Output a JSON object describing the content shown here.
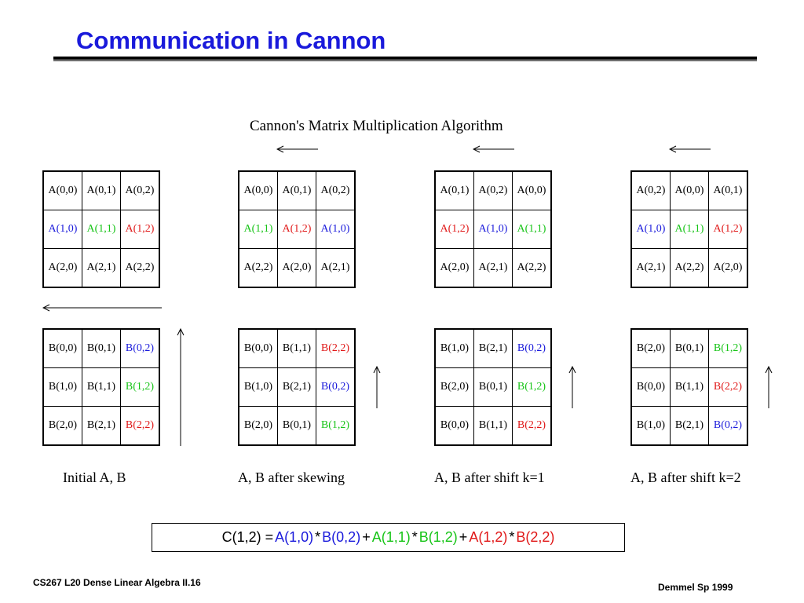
{
  "colors": {
    "title": "#1a1adb",
    "blue": "#1a1adb",
    "green": "#17c417",
    "red": "#e01818",
    "black": "#000000"
  },
  "slide": {
    "title": "Communication in Cannon"
  },
  "figure": {
    "title": "Cannon's Matrix Multiplication Algorithm",
    "panels": [
      {
        "caption": "Initial  A, B",
        "A": [
          [
            {
              "t": "A(0,0)",
              "c": "black"
            },
            {
              "t": "A(0,1)",
              "c": "black"
            },
            {
              "t": "A(0,2)",
              "c": "black"
            }
          ],
          [
            {
              "t": "A(1,0)",
              "c": "blue"
            },
            {
              "t": "A(1,1)",
              "c": "green"
            },
            {
              "t": "A(1,2)",
              "c": "red"
            }
          ],
          [
            {
              "t": "A(2,0)",
              "c": "black"
            },
            {
              "t": "A(2,1)",
              "c": "black"
            },
            {
              "t": "A(2,2)",
              "c": "black"
            }
          ]
        ],
        "B": [
          [
            {
              "t": "B(0,0)",
              "c": "black"
            },
            {
              "t": "B(0,1)",
              "c": "black"
            },
            {
              "t": "B(0,2)",
              "c": "blue"
            }
          ],
          [
            {
              "t": "B(1,0)",
              "c": "black"
            },
            {
              "t": "B(1,1)",
              "c": "black"
            },
            {
              "t": "B(1,2)",
              "c": "green"
            }
          ],
          [
            {
              "t": "B(2,0)",
              "c": "black"
            },
            {
              "t": "B(2,1)",
              "c": "black"
            },
            {
              "t": "B(2,2)",
              "c": "red"
            }
          ]
        ]
      },
      {
        "caption": "A, B after skewing",
        "A": [
          [
            {
              "t": "A(0,0)",
              "c": "black"
            },
            {
              "t": "A(0,1)",
              "c": "black"
            },
            {
              "t": "A(0,2)",
              "c": "black"
            }
          ],
          [
            {
              "t": "A(1,1)",
              "c": "green"
            },
            {
              "t": "A(1,2)",
              "c": "red"
            },
            {
              "t": "A(1,0)",
              "c": "blue"
            }
          ],
          [
            {
              "t": "A(2,2)",
              "c": "black"
            },
            {
              "t": "A(2,0)",
              "c": "black"
            },
            {
              "t": "A(2,1)",
              "c": "black"
            }
          ]
        ],
        "B": [
          [
            {
              "t": "B(0,0)",
              "c": "black"
            },
            {
              "t": "B(1,1)",
              "c": "black"
            },
            {
              "t": "B(2,2)",
              "c": "red"
            }
          ],
          [
            {
              "t": "B(1,0)",
              "c": "black"
            },
            {
              "t": "B(2,1)",
              "c": "black"
            },
            {
              "t": "B(0,2)",
              "c": "blue"
            }
          ],
          [
            {
              "t": "B(2,0)",
              "c": "black"
            },
            {
              "t": "B(0,1)",
              "c": "black"
            },
            {
              "t": "B(1,2)",
              "c": "green"
            }
          ]
        ]
      },
      {
        "caption": "A, B after shift k=1",
        "A": [
          [
            {
              "t": "A(0,1)",
              "c": "black"
            },
            {
              "t": "A(0,2)",
              "c": "black"
            },
            {
              "t": "A(0,0)",
              "c": "black"
            }
          ],
          [
            {
              "t": "A(1,2)",
              "c": "red"
            },
            {
              "t": "A(1,0)",
              "c": "blue"
            },
            {
              "t": "A(1,1)",
              "c": "green"
            }
          ],
          [
            {
              "t": "A(2,0)",
              "c": "black"
            },
            {
              "t": "A(2,1)",
              "c": "black"
            },
            {
              "t": "A(2,2)",
              "c": "black"
            }
          ]
        ],
        "B": [
          [
            {
              "t": "B(1,0)",
              "c": "black"
            },
            {
              "t": "B(2,1)",
              "c": "black"
            },
            {
              "t": "B(0,2)",
              "c": "blue"
            }
          ],
          [
            {
              "t": "B(2,0)",
              "c": "black"
            },
            {
              "t": "B(0,1)",
              "c": "black"
            },
            {
              "t": "B(1,2)",
              "c": "green"
            }
          ],
          [
            {
              "t": "B(0,0)",
              "c": "black"
            },
            {
              "t": "B(1,1)",
              "c": "black"
            },
            {
              "t": "B(2,2)",
              "c": "red"
            }
          ]
        ]
      },
      {
        "caption": "A, B after shift k=2",
        "A": [
          [
            {
              "t": "A(0,2)",
              "c": "black"
            },
            {
              "t": "A(0,0)",
              "c": "black"
            },
            {
              "t": "A(0,1)",
              "c": "black"
            }
          ],
          [
            {
              "t": "A(1,0)",
              "c": "blue"
            },
            {
              "t": "A(1,1)",
              "c": "green"
            },
            {
              "t": "A(1,2)",
              "c": "red"
            }
          ],
          [
            {
              "t": "A(2,1)",
              "c": "black"
            },
            {
              "t": "A(2,2)",
              "c": "black"
            },
            {
              "t": "A(2,0)",
              "c": "black"
            }
          ]
        ],
        "B": [
          [
            {
              "t": "B(2,0)",
              "c": "black"
            },
            {
              "t": "B(0,1)",
              "c": "black"
            },
            {
              "t": "B(1,2)",
              "c": "green"
            }
          ],
          [
            {
              "t": "B(0,0)",
              "c": "black"
            },
            {
              "t": "B(1,1)",
              "c": "black"
            },
            {
              "t": "B(2,2)",
              "c": "red"
            }
          ],
          [
            {
              "t": "B(1,0)",
              "c": "black"
            },
            {
              "t": "B(2,1)",
              "c": "black"
            },
            {
              "t": "B(0,2)",
              "c": "blue"
            }
          ]
        ]
      }
    ]
  },
  "formula": [
    {
      "t": "C(1,2) =",
      "c": "black"
    },
    {
      "t": "A(1,0)",
      "c": "blue"
    },
    {
      "t": "*",
      "c": "black"
    },
    {
      "t": "B(0,2)",
      "c": "blue"
    },
    {
      "t": "+",
      "c": "black"
    },
    {
      "t": "A(1,1)",
      "c": "green"
    },
    {
      "t": "*",
      "c": "black"
    },
    {
      "t": "B(1,2)",
      "c": "green"
    },
    {
      "t": "+",
      "c": "black"
    },
    {
      "t": "A(1,2)",
      "c": "red"
    },
    {
      "t": "*",
      "c": "black"
    },
    {
      "t": "B(2,2)",
      "c": "red"
    }
  ],
  "footer": {
    "left": "CS267  L20 Dense Linear Algebra II.16",
    "right": "Demmel Sp 1999"
  }
}
